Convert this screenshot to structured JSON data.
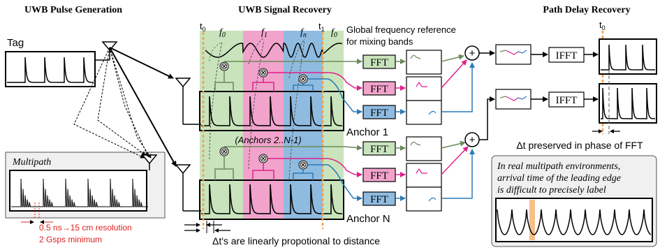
{
  "sections": {
    "pulse_generation": "UWB Pulse Generation",
    "signal_recovery": "UWB Signal Recovery",
    "path_delay_recovery": "Path Delay Recovery"
  },
  "tag_label": "Tag",
  "multipath_label": "Multipath",
  "resolution_line1": "0.5 ns→15 cm resolution",
  "resolution_line2": "2 Gsps minimum",
  "time_marks": {
    "t0": "t",
    "t0_sub": "0",
    "t1": "t",
    "t1_sub": "1"
  },
  "freq_labels": {
    "f0": "f",
    "f0_sub": "0",
    "f1": "f",
    "f1_sub": "1",
    "fn": "f",
    "fn_sub": "n"
  },
  "global_ref_line1": "Global frequency reference",
  "global_ref_line2": "for mixing bands",
  "mixer_symbol": "⊗",
  "sum_symbol": "+",
  "fft_label": "FFT",
  "ifft_label": "IFFT",
  "anchor_1": "Anchor 1",
  "anchor_middle": "(Anchors 2..N-1)",
  "anchor_n": "Anchor N",
  "bottom_caption": "Δt's are linearly propotional to distance",
  "phase_caption": "Δt preserved in phase of FFT",
  "note_line1": "In real multipath environments,",
  "note_line2": "arrival time of the leading edge",
  "note_line3": "is difficult to precisely label",
  "colors": {
    "band_green": "#c9e4bd",
    "band_pink": "#f2a3cc",
    "band_blue": "#8fbbe0",
    "green": "#6a8a5a",
    "pink": "#e0208a",
    "blue": "#2a7ab8",
    "orange": "#f0a050",
    "red": "#e02020",
    "gray_box": "#f0f0f0"
  }
}
